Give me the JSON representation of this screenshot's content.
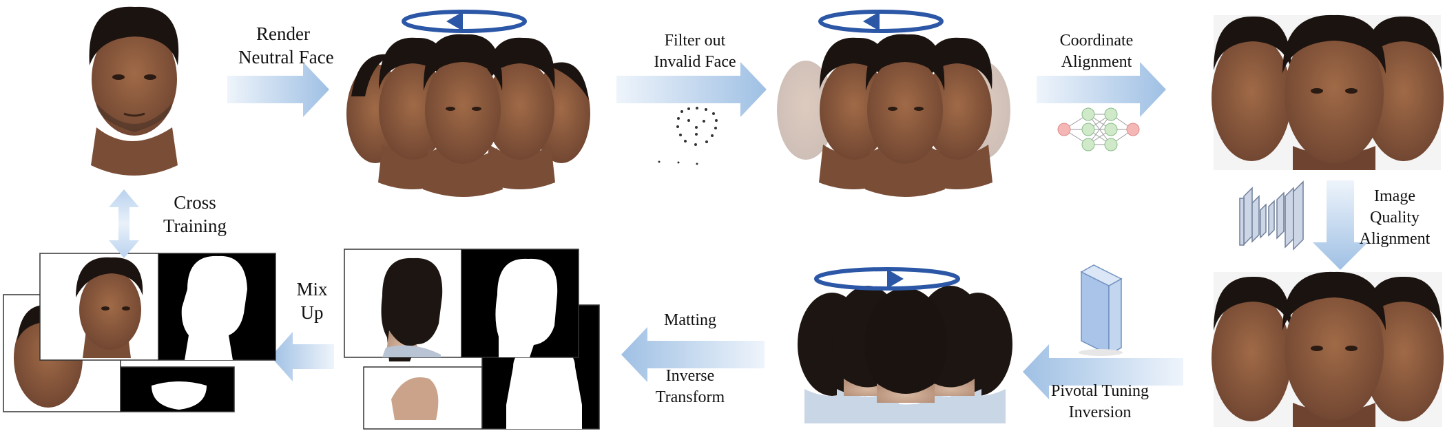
{
  "labels": {
    "render": [
      "Render",
      "Neutral Face"
    ],
    "filter": [
      "Filter out",
      "Invalid Face"
    ],
    "coord": [
      "Coordinate",
      "Alignment"
    ],
    "image_quality": [
      "Image",
      "Quality",
      "Alignment"
    ],
    "pti": [
      "Pivotal Tuning",
      "Inversion"
    ],
    "matting": "Matting",
    "inverse": [
      "Inverse",
      "Transform"
    ],
    "mixup": [
      "Mix",
      "Up"
    ],
    "cross": [
      "Cross",
      "Training"
    ]
  },
  "colors": {
    "arrow_light": "#dde9f6",
    "arrow_dark": "#a9c6e6",
    "ring": "#2b57a6",
    "skin": "#8a5a3c",
    "hair": "#1b1310",
    "node_pink": "#f5b6b6",
    "node_green": "#cfe9c9"
  },
  "icons": {
    "rotation": "rotation-ring-icon",
    "landmarks": "landmark-dots-icon",
    "network": "neural-network-icon",
    "cnn": "cnn-layers-icon",
    "prism": "prism-icon"
  }
}
